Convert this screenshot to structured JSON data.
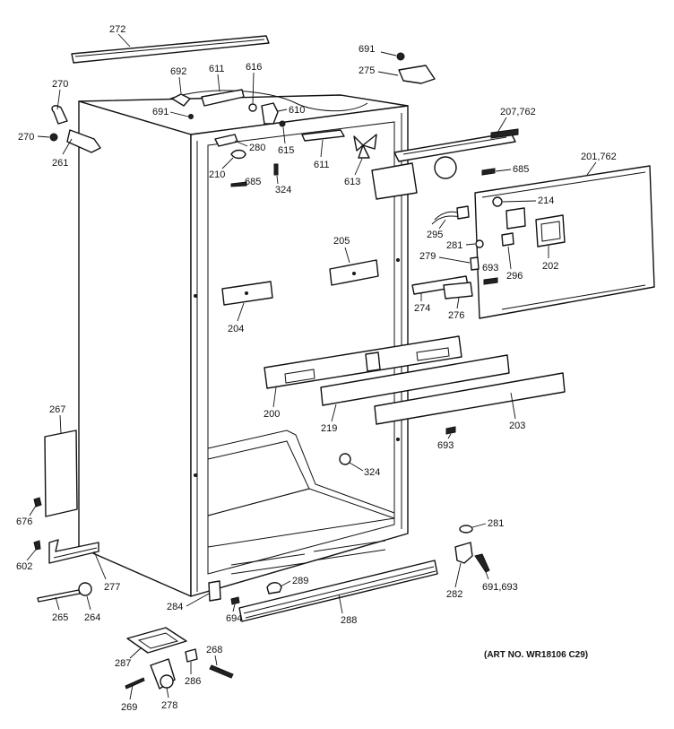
{
  "labels": {
    "l272": "272",
    "l691a": "691",
    "l275": "275",
    "l270a": "270",
    "l692": "692",
    "l611a": "611",
    "l616": "616",
    "l691b": "691",
    "l610": "610",
    "l270b": "270",
    "l261": "261",
    "l280": "280",
    "l615": "615",
    "l611b": "611",
    "l613": "613",
    "l210": "210",
    "l685a": "685",
    "l324a": "324",
    "l207_762": "207,762",
    "l685b": "685",
    "l201_762": "201,762",
    "l214": "214",
    "l295": "295",
    "l281a": "281",
    "l279": "279",
    "l693a": "693",
    "l296": "296",
    "l202": "202",
    "l274": "274",
    "l276": "276",
    "l205": "205",
    "l204": "204",
    "l200": "200",
    "l219": "219",
    "l203": "203",
    "l693b": "693",
    "l267": "267",
    "l324b": "324",
    "l676": "676",
    "l281b": "281",
    "l602": "602",
    "l277": "277",
    "l282": "282",
    "l691_693": "691,693",
    "l289": "289",
    "l265": "265",
    "l264": "264",
    "l284": "284",
    "l694": "694",
    "l288": "288",
    "l287": "287",
    "l268": "268",
    "l286": "286",
    "l269": "269",
    "l278": "278"
  },
  "art_number": "(ART NO. WR18106 C29)"
}
